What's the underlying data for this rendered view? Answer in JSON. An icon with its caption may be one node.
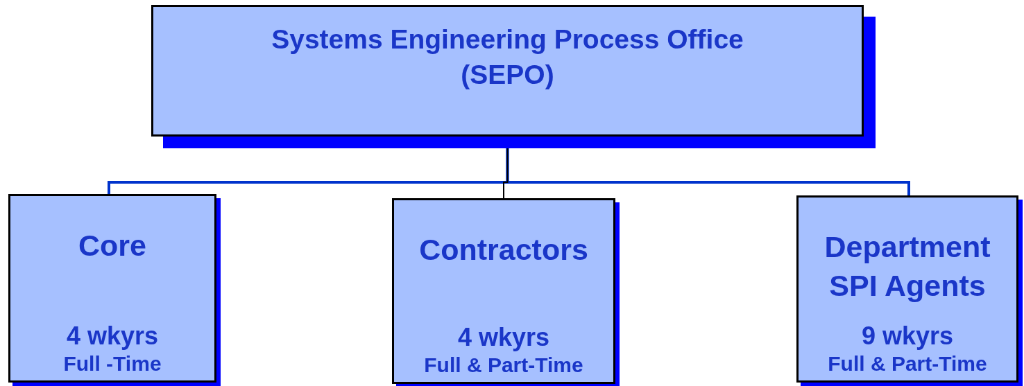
{
  "diagram": {
    "nodes": [
      {
        "text": [
          "Systems Engineering Process Office (SEPO)"
        ]
      },
      {
        "text": [
          "Core",
          "4 wkyrs",
          "Full -Time"
        ]
      },
      {
        "text": [
          "Contractors",
          "4 wkyrs",
          "Full & Part-Time"
        ]
      },
      {
        "text": [
          "Department SPI Agents",
          "9 wkyrs",
          "Full & Part-Time"
        ]
      }
    ],
    "edges": [
      {
        "from": 0,
        "to": 1,
        "arrow": "none"
      },
      {
        "from": 0,
        "to": 3,
        "arrow": "none"
      },
      {
        "from": 0,
        "to": 2,
        "arrow": "none",
        "color": "#000000"
      }
    ]
  }
}
